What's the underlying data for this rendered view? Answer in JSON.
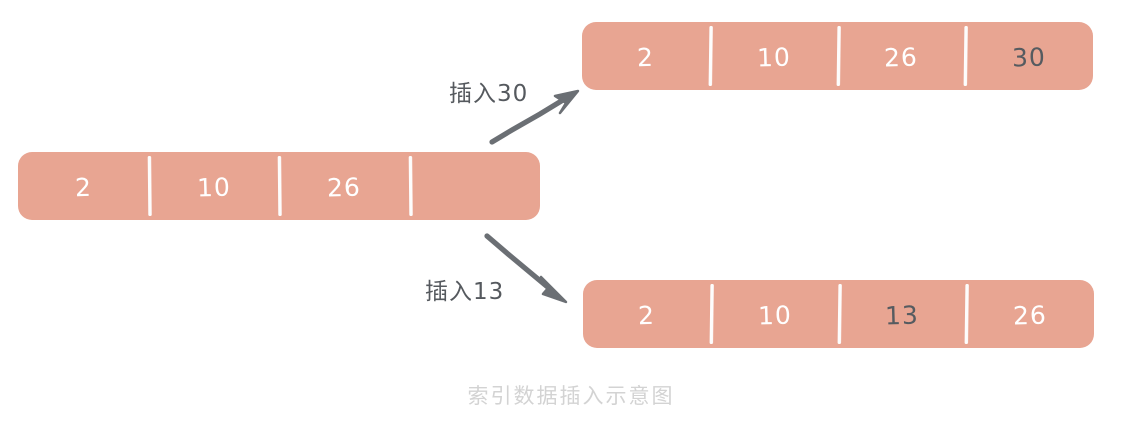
{
  "diagram": {
    "caption": "索引数据插入示意图",
    "colors": {
      "bar": "#E8A592",
      "divider": "#FDFDFD",
      "value_text": "#FFFFFF",
      "inserted_text": "#565B60",
      "label_text": "#55595E",
      "caption_text": "#D3D3D3",
      "arrow": "#6B6F74",
      "background": "#FFFFFF"
    },
    "arrays": [
      {
        "id": "source",
        "name": "original-index-array",
        "cells": [
          {
            "value": "2",
            "inserted": false
          },
          {
            "value": "10",
            "inserted": false
          },
          {
            "value": "26",
            "inserted": false
          },
          {
            "value": "",
            "inserted": false
          }
        ]
      },
      {
        "id": "after-insert-30",
        "name": "array-after-inserting-30",
        "cells": [
          {
            "value": "2",
            "inserted": false
          },
          {
            "value": "10",
            "inserted": false
          },
          {
            "value": "26",
            "inserted": false
          },
          {
            "value": "30",
            "inserted": true
          }
        ]
      },
      {
        "id": "after-insert-13",
        "name": "array-after-inserting-13",
        "cells": [
          {
            "value": "2",
            "inserted": false
          },
          {
            "value": "10",
            "inserted": false
          },
          {
            "value": "13",
            "inserted": true
          },
          {
            "value": "26",
            "inserted": false
          }
        ]
      }
    ],
    "operations": [
      {
        "id": "insert-30",
        "label": "插入30",
        "direction": "up-right"
      },
      {
        "id": "insert-13",
        "label": "插入13",
        "direction": "down-right"
      }
    ]
  }
}
